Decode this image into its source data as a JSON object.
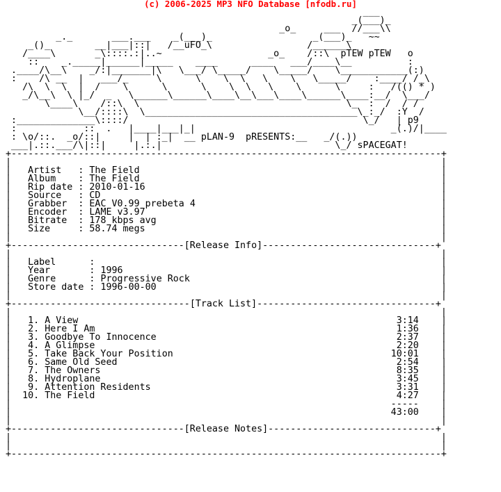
{
  "banner": "(c) 2006-2025 MP3 NFO Database [nfodb.ru]",
  "colors": {
    "banner": "#ff0000",
    "text": "#000000",
    "background": "#ffffff"
  },
  "nfo": {
    "ascii_art": [
      "                                                                ___",
      "                                                              _(___)_",
      "                                                 _o_     ___  //___\\\\",
      "         _._       ___.___    _(___)_                  _(___)_   ~~",
      "    _()_        __|___|::|   /__uFO_\\                 /______\\",
      "   /____\\       _\\::::.:|..~                   _o_    /::\\  pTEW pTEW   o",
      "    ::    _._____|______|_____    ____      ____   ___/____\\__          :",
      " .____/\\__\\    _/:|_______|\\   \\___/ \\_____/    \\_____/    \\____________(:)",
      " :    /\\ __  |   ___/_     \\      \\    \\  \\   \\    \\   \\_____/    :____/ /_\\",
      "   /\\  \\  \\  |  /    \\      \\      \\    \\  \\   \\    \\      \\     :   /(() * )",
      "   _/\\__\\  \\ |_/  _   \\______\\______\\____\\__\\___\\____\\______\\____:__/  \\___/",
      "       \\____\\    /::\\  \\                                     \\_  :  /  / /",
      "             \\__/::::\\  \\______________________________________\\_:_/  :Y  /",
      " :______________\\::::/                                          \\_/   | p9",
      " :            ::  .   |____|___|_|                                   _(.)/|____",
      " : \\o/::.  _o/::|     |  | :_|  __ pLAN-9  pRESENTS:__   _/(.))",
      " ___|.::.___/\\|::|     |.:.|                               \\_/ sPACEGAT!"
    ],
    "rule_top": "+-----------------------------------------------------------------------------+",
    "rule_blank": "|                                                                             |",
    "rule_bottom": "+-----------------------------------------------------------------------------+",
    "fields": [
      {
        "label": "Artist",
        "value": "The Field"
      },
      {
        "label": "Album",
        "value": "The Field"
      },
      {
        "label": "Rip date",
        "value": "2010-01-16"
      },
      {
        "label": "Source",
        "value": "CD"
      },
      {
        "label": "Grabber",
        "value": "EAC V0.99 prebeta 4"
      },
      {
        "label": "Encoder",
        "value": "LAME v3.97"
      },
      {
        "label": "Bitrate",
        "value": "178 kbps avg"
      },
      {
        "label": "Size",
        "value": "58.74 megs"
      }
    ],
    "release_info_title": "[Release Info]",
    "release_info": [
      {
        "label": "Label",
        "value": ""
      },
      {
        "label": "Year",
        "value": "1996"
      },
      {
        "label": "Genre",
        "value": "Progressive Rock"
      },
      {
        "label": "Store date",
        "value": "1996-00-00"
      }
    ],
    "track_list_title": "[Track List]",
    "tracks": [
      {
        "num": "1.",
        "title": "A View",
        "time": "3:14"
      },
      {
        "num": "2.",
        "title": "Here I Am",
        "time": "1:36"
      },
      {
        "num": "3.",
        "title": "Goodbye To Innocence",
        "time": "2:37"
      },
      {
        "num": "4.",
        "title": "A Glimpse",
        "time": "2:20"
      },
      {
        "num": "5.",
        "title": "Take Back Your Position",
        "time": "10:01"
      },
      {
        "num": "6.",
        "title": "Same Old Seed",
        "time": "2:54"
      },
      {
        "num": "7.",
        "title": "The Owners",
        "time": "8:35"
      },
      {
        "num": "8.",
        "title": "Hydroplane",
        "time": "3:45"
      },
      {
        "num": "9.",
        "title": "Attention Residents",
        "time": "3:31"
      },
      {
        "num": "10.",
        "title": "The Field",
        "time": "4:27"
      }
    ],
    "total_separator": "-----",
    "total_time": "43:00",
    "release_notes_title": "[Release Notes]"
  }
}
